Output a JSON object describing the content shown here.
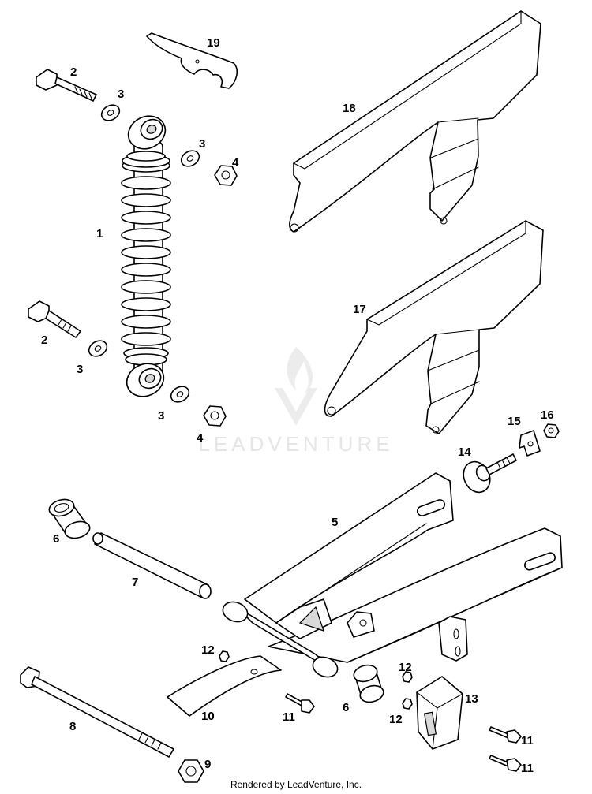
{
  "watermark": {
    "brand": "LEADVENTURE",
    "logo": "leadventure-flame-logo"
  },
  "footer": {
    "credit": "Rendered by LeadVenture, Inc."
  },
  "callouts": {
    "c1": "1",
    "c2a": "2",
    "c2b": "2",
    "c3a": "3",
    "c3b": "3",
    "c3c": "3",
    "c3d": "3",
    "c4a": "4",
    "c4b": "4",
    "c5": "5",
    "c6a": "6",
    "c6b": "6",
    "c7": "7",
    "c8": "8",
    "c9": "9",
    "c10": "10",
    "c11a": "11",
    "c11b": "11",
    "c11c": "11",
    "c12a": "12",
    "c12b": "12",
    "c12c": "12",
    "c13": "13",
    "c14": "14",
    "c15": "15",
    "c16": "16",
    "c17": "17",
    "c18": "18",
    "c19": "19"
  },
  "colors": {
    "line": "#000000",
    "background": "#ffffff",
    "watermark": "#e6e6e6"
  }
}
